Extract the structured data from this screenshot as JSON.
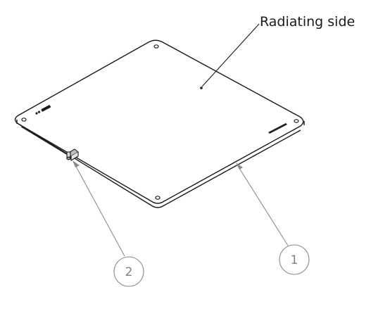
{
  "drawing": {
    "annotation_label": "Radiating side",
    "callouts": [
      {
        "number": "1"
      },
      {
        "number": "2"
      }
    ]
  }
}
